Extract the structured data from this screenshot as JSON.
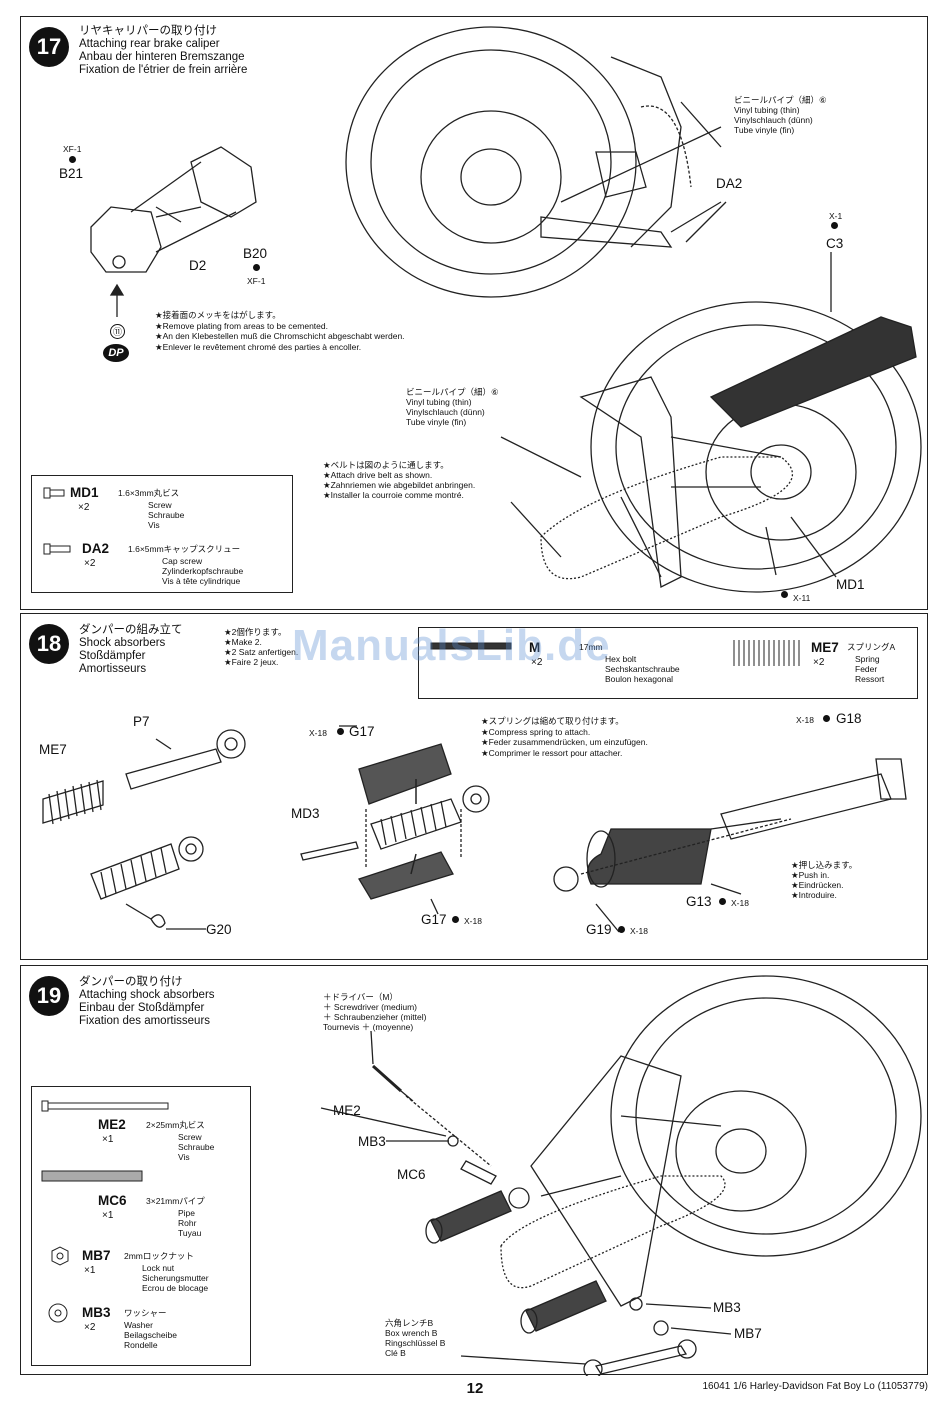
{
  "step17": {
    "number": "17",
    "title_jp": "リヤキャリパーの取り付け",
    "title_en": "Attaching rear brake caliper",
    "title_de": "Anbau der hinteren Bremszange",
    "title_fr": "Fixation de l'étrier de frein arrière",
    "parts": {
      "b21": "B21",
      "b21_paint": "XF-1",
      "b20": "B20",
      "b20_paint": "XF-1",
      "d2": "D2",
      "da2": "DA2",
      "c3": "C3",
      "c3_paint": "X-1",
      "md1": "MD1",
      "md1_paint": "X-11",
      "circle11": "⑪",
      "dp": "DP"
    },
    "plating_note": [
      "★接着面のメッキをはがします。",
      "★Remove plating from areas to be cemented.",
      "★An den Klebestellen muß die Chromschicht abgeschabt werden.",
      "★Enlever le revêtement chromé des parties à encoller."
    ],
    "vinyl_top": [
      "ビニールパイプ（細）⑥",
      "Vinyl tubing (thin)",
      "Vinylschlauch (dünn)",
      "Tube vinyle (fin)"
    ],
    "vinyl_mid": [
      "ビニールパイプ（細）⑥",
      "Vinyl tubing (thin)",
      "Vinylschlauch (dünn)",
      "Tube vinyle (fin)"
    ],
    "belt_note": [
      "★ベルトは図のように通します。",
      "★Attach drive belt as shown.",
      "★Zahnriemen wie abgebildet anbringen.",
      "★Installer la courroie comme montré."
    ],
    "hardware": [
      {
        "code": "MD1",
        "qty": "×2",
        "spec": "1.6×3mm丸ビス",
        "names": [
          "Screw",
          "Schraube",
          "Vis"
        ]
      },
      {
        "code": "DA2",
        "qty": "×2",
        "spec": "1.6×5mmキャップスクリュー",
        "names": [
          "Cap screw",
          "Zylinderkopfschraube",
          "Vis à tête cylindrique"
        ]
      }
    ]
  },
  "step18": {
    "number": "18",
    "title_jp": "ダンパーの組み立て",
    "title_en": "Shock absorbers",
    "title_de": "Stoßdämpfer",
    "title_fr": "Amortisseurs",
    "make_note": [
      "★2個作ります。",
      "★Make 2.",
      "★2 Satz anfertigen.",
      "★Faire 2 jeux."
    ],
    "hardware_bolt": {
      "code": "M",
      "qty": "×2",
      "spec": "17mm",
      "names": [
        "Hex bolt",
        "Sechskantschraube",
        "Boulon hexagonal"
      ]
    },
    "hardware_spring": {
      "code": "ME7",
      "qty": "×2",
      "spec": "スプリングA",
      "names": [
        "Spring",
        "Feder",
        "Ressort"
      ]
    },
    "parts": {
      "me7": "ME7",
      "p7": "P7",
      "g20": "G20",
      "g17_top": "G17",
      "g17_top_paint": "X-18",
      "md3": "MD3",
      "g17_bottom": "G17",
      "g17_bottom_paint": "X-18",
      "g18": "G18",
      "g18_paint": "X-18",
      "g13": "G13",
      "g13_paint": "X-18",
      "g19": "G19",
      "g19_paint": "X-18"
    },
    "spring_note": [
      "★スプリングは縮めて取り付けます。",
      "★Compress spring to attach.",
      "★Feder zusammendrücken, um einzufügen.",
      "★Comprimer le ressort pour attacher."
    ],
    "push_note": [
      "★押し込みます。",
      "★Push in.",
      "★Eindrücken.",
      "★Introduire."
    ]
  },
  "step19": {
    "number": "19",
    "title_jp": "ダンパーの取り付け",
    "title_en": "Attaching shock absorbers",
    "title_de": "Einbau der Stoßdämpfer",
    "title_fr": "Fixation des amortisseurs",
    "driver_note": [
      "＋ドライバー（M）",
      "＋ Screwdriver (medium)",
      "＋ Schraubenzieher (mittel)",
      "Tournevis ＋ (moyenne)"
    ],
    "wrench_note": [
      "六角レンチB",
      "Box wrench B",
      "Ringschlüssel B",
      "Clé B"
    ],
    "parts": {
      "me2": "ME2",
      "mb3": "MB3",
      "mc6": "MC6",
      "mb3_right": "MB3",
      "mb7_right": "MB7"
    },
    "hardware": [
      {
        "code": "ME2",
        "qty": "×1",
        "spec": "2×25mm丸ビス",
        "names": [
          "Screw",
          "Schraube",
          "Vis"
        ]
      },
      {
        "code": "MC6",
        "qty": "×1",
        "spec": "3×21mmパイプ",
        "names": [
          "Pipe",
          "Rohr",
          "Tuyau"
        ]
      },
      {
        "code": "MB7",
        "qty": "×1",
        "spec": "2mmロックナット",
        "names": [
          "Lock nut",
          "Sicherungsmutter",
          "Ecrou de blocage"
        ]
      },
      {
        "code": "MB3",
        "qty": "×2",
        "spec": "ワッシャー",
        "names": [
          "Washer",
          "Beilagscheibe",
          "Rondelle"
        ]
      }
    ]
  },
  "page_number": "12",
  "footer": "16041 1/6 Harley-Davidson Fat Boy Lo (11053779)",
  "watermark": "ManualsLib.de"
}
